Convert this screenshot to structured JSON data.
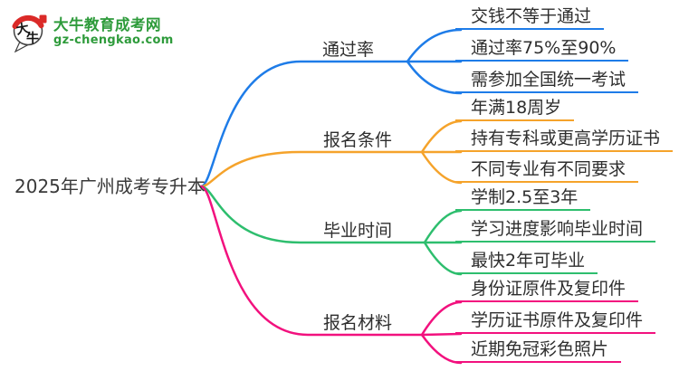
{
  "colors": {
    "blue": "#1E7CE8",
    "orange": "#F5A32B",
    "green": "#2EBE6E",
    "pink": "#F2117E",
    "brand_green": "#2E9B3B",
    "brand_red": "#DB2A28",
    "ink": "#2E2E2E"
  },
  "logo": {
    "title": "大牛教育成考网",
    "domain": "gz-chengkao.com",
    "bubble_char_top": "大",
    "bubble_char_bottom": "牛"
  },
  "root": {
    "label": "2025年广州成考专升本"
  },
  "branches": [
    {
      "label": "通过率",
      "color": "#1E7CE8",
      "children": [
        "交钱不等于通过",
        "通过率75%至90%",
        "需参加全国统一考试"
      ]
    },
    {
      "label": "报名条件",
      "color": "#F5A32B",
      "children": [
        "年满18周岁",
        "持有专科或更高学历证书",
        "不同专业有不同要求"
      ]
    },
    {
      "label": "毕业时间",
      "color": "#2EBE6E",
      "children": [
        "学制2.5至3年",
        "学习进度影响毕业时间",
        "最快2年可毕业"
      ]
    },
    {
      "label": "报名材料",
      "color": "#F2117E",
      "children": [
        "身份证原件及复印件",
        "学历证书原件及复印件",
        "近期免冠彩色照片"
      ]
    }
  ]
}
